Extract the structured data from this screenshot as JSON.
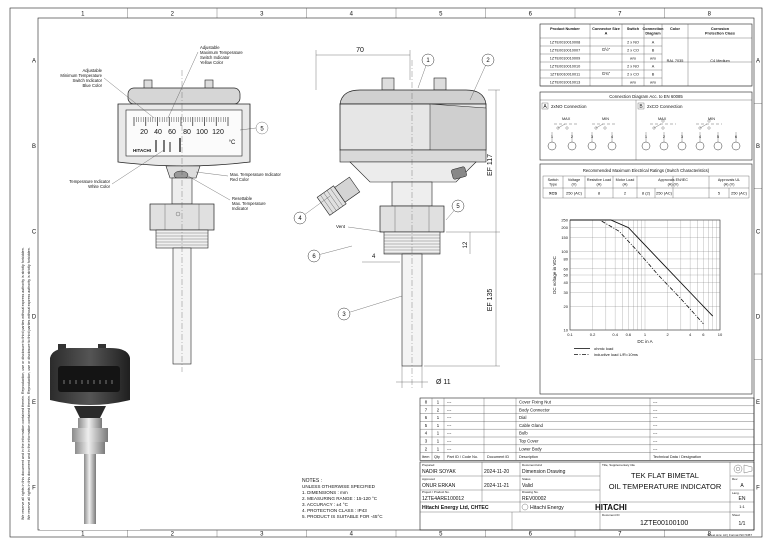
{
  "border": {
    "columns": [
      "1",
      "2",
      "3",
      "4",
      "5",
      "6",
      "7",
      "8"
    ],
    "rows": [
      "A",
      "B",
      "C",
      "D",
      "E",
      "F"
    ]
  },
  "front_view": {
    "callouts": {
      "adj_max": [
        "Adjustable",
        "Maximum Temperature",
        "Switch Indicator",
        "Yellow Color"
      ],
      "adj_min": [
        "Adjustable",
        "Minimum Temperature",
        "Switch Indicator",
        "Blue Color"
      ],
      "max_ind": [
        "Max. Temperature Indicator",
        "Red Color"
      ],
      "temp_ind": [
        "Temperature Indicator",
        "White Color"
      ],
      "resettable": [
        "Resettable",
        "Max. Temperature",
        "Indicator"
      ]
    },
    "scale_labels": [
      "20",
      "40",
      "60",
      "80",
      "100",
      "120"
    ],
    "scale_unit": "°C",
    "dial_brand": "HITACHI",
    "item_balloon": "5"
  },
  "side_view": {
    "dim_top": "70",
    "dim_right_top": "EF 117",
    "dim_right_bottom": "EF 135",
    "dim_shaft": "4",
    "dim_diameter": "Ø 11",
    "dim_small": "12",
    "vent_label": "Vent",
    "balloons": [
      "1",
      "2",
      "3",
      "4",
      "5",
      "6"
    ]
  },
  "product_table": {
    "headers": [
      "Product Number",
      "Connector Size\nA",
      "Switch",
      "Connection\nDiagram",
      "Color",
      "Corrosion\nProtection Class"
    ],
    "rows": [
      {
        "pn": "1ZTE0010010008",
        "size": "G½\"",
        "sw": "2 x NO",
        "diag": "A"
      },
      {
        "pn": "1ZTE0010010007",
        "size": "",
        "sw": "2 x CO",
        "diag": "B"
      },
      {
        "pn": "1ZTE0010010009",
        "size": "",
        "sw": "w/o",
        "diag": "w/o"
      },
      {
        "pn": "1ZTE0010010010",
        "size": "G¾\"",
        "sw": "2 x NO",
        "diag": "A"
      },
      {
        "pn": "1ZTE0010010011",
        "size": "",
        "sw": "2 x CO",
        "diag": "B"
      },
      {
        "pn": "1ZTE0010010013",
        "size": "",
        "sw": "w/o",
        "diag": "w/o"
      }
    ],
    "color": "RAL 7035",
    "corrosion": "C4 Medium"
  },
  "connection": {
    "title": "Connection Diagram Acc. to EN 60085",
    "a_label": "A",
    "a_title": "2xNO Connection",
    "b_label": "B",
    "b_title": "2xCO Connection",
    "max": "MAX",
    "min": "MIN",
    "a_terms": [
      "1",
      "2",
      "3",
      "4"
    ],
    "b_terms": [
      "1",
      "2",
      "3",
      "4",
      "5",
      "6"
    ]
  },
  "ratings": {
    "title": "Recommended Maximum Electrical Ratings (Switch Characteristics)",
    "headers": [
      "Switch\nType",
      "Voltage\n(V)",
      "Resistive Load\n(A)",
      "Motor Load\n(A)",
      "Approvals EN/IEC\n(A)     (V)",
      "Approvals UL\n(A)     (V)"
    ],
    "row": [
      "XCS",
      "250 (AC)",
      "8",
      "2",
      "8 (2)",
      "250 (AC)",
      "5",
      "250 (AC)"
    ]
  },
  "chart_data": {
    "type": "line",
    "title": "",
    "xlabel": "DC in A",
    "ylabel": "DC voltage in VDC",
    "x_ticks": [
      "0.1",
      "0.2",
      "0.4",
      "0.6",
      "1",
      "2",
      "4",
      "6",
      "10"
    ],
    "y_ticks": [
      "10",
      "20",
      "30",
      "40",
      "50",
      "60",
      "80",
      "100",
      "150",
      "200",
      "250"
    ],
    "xlim": [
      0.1,
      10
    ],
    "ylim": [
      10,
      250
    ],
    "scale": "log-log",
    "legend": [
      "ohmic load",
      "inductive load L/R=10ms"
    ],
    "series": [
      {
        "name": "ohmic load",
        "x": [
          0.1,
          0.35,
          0.6,
          1,
          2,
          4,
          8
        ],
        "y": [
          250,
          250,
          200,
          120,
          60,
          30,
          15
        ]
      },
      {
        "name": "inductive load L/R=10ms",
        "x": [
          0.1,
          0.25,
          0.45,
          0.8,
          1.5,
          3,
          6
        ],
        "y": [
          250,
          250,
          180,
          100,
          50,
          25,
          12
        ]
      }
    ]
  },
  "notes": {
    "heading": "NOTES :",
    "lines": [
      "UNLESS OTHERWISE SPECIFIED",
      "1. DIMENSIONS : mm",
      "2. MEASURING RANGE : 15-120 °C",
      "3. ACCURACY : ±4 °C",
      "4. PROTECTION CLASS : IP43",
      "5. PRODUCT IS SUITABLE FOR -45°C"
    ]
  },
  "bom": {
    "rows": [
      {
        "item": "8",
        "qty": "1",
        "part": "---",
        "doc": "",
        "desc": "Cover Fixing Nut",
        "tech": "---"
      },
      {
        "item": "7",
        "qty": "2",
        "part": "---",
        "doc": "",
        "desc": "Body Connector",
        "tech": "---"
      },
      {
        "item": "6",
        "qty": "1",
        "part": "---",
        "doc": "",
        "desc": "Dial",
        "tech": "---"
      },
      {
        "item": "5",
        "qty": "1",
        "part": "---",
        "doc": "",
        "desc": "Cable Gland",
        "tech": "---"
      },
      {
        "item": "4",
        "qty": "1",
        "part": "---",
        "doc": "",
        "desc": "Bulb",
        "tech": "---"
      },
      {
        "item": "3",
        "qty": "1",
        "part": "---",
        "doc": "",
        "desc": "Top Cover",
        "tech": "---"
      },
      {
        "item": "2",
        "qty": "1",
        "part": "---",
        "doc": "",
        "desc": "Lower Body",
        "tech": "---"
      }
    ],
    "headers": [
      "Item",
      "Qty",
      "Part ID / Code No.",
      "Document ID",
      "Description",
      "Technical Data / Designation"
    ]
  },
  "title_block": {
    "prepared_label": "Prepared",
    "prepared": "NADIR SOYAK",
    "prepared_date": "2024-11-20",
    "approved_label": "Approved",
    "approved": "ONUR ERKAN",
    "approved_date": "2024-11-21",
    "doc_kind_label": "Document kind",
    "doc_kind": "Dimension Drawing",
    "status_label": "Status",
    "status": "Valid",
    "project_label": "Project / Product No.",
    "project": "1ZTE4ARE100012",
    "dwg_label": "Drawing No.",
    "dwg": "REV00002",
    "title_label": "Title, Supplementary title",
    "title1": "TEK FLAT BIMETAL",
    "title2": "OIL TEMPERATURE INDICATOR",
    "company": "Hitachi Energy Ltd, CHTEC",
    "brand_small": "Hitachi Energy",
    "brand_big": "HITACHI",
    "doc_id_label": "Document ID",
    "doc_id": "1ZTE00100100",
    "rev_label": "Rev.",
    "rev": "A",
    "lang_label": "Lang.",
    "lang": "EN",
    "sheet_label": "Sheet",
    "sheet": "1/1",
    "scale": "1:1"
  },
  "side_notice": "We reserve all rights in this document and in the information contained therein. Reproduction, use or disclosure to third parties without express authority is strictly forbidden.",
  "footer_notice": "Sheet size: A3 | Format ISO 5457"
}
